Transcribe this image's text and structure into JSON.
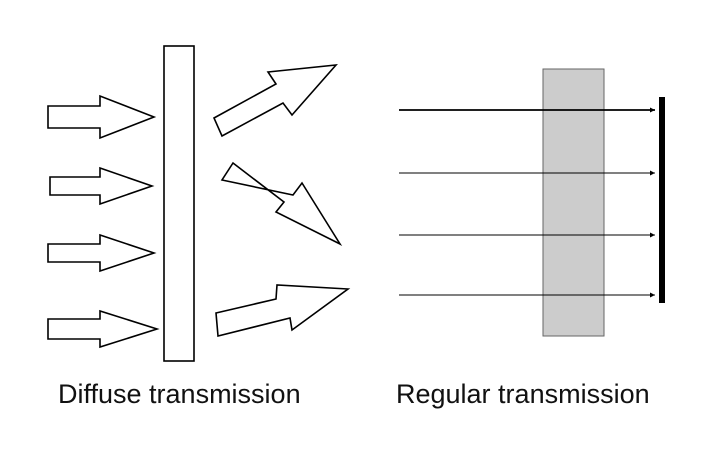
{
  "captions": {
    "diffuse": "Diffuse transmission",
    "regular": "Regular transmission"
  },
  "colors": {
    "stroke": "#000000",
    "arrow_fill": "#ffffff",
    "plate_fill": "#cccccc"
  },
  "diffuse": {
    "incoming_arrow_count": 4,
    "outgoing_arrow_count": 3
  },
  "regular": {
    "ray_count": 4
  }
}
